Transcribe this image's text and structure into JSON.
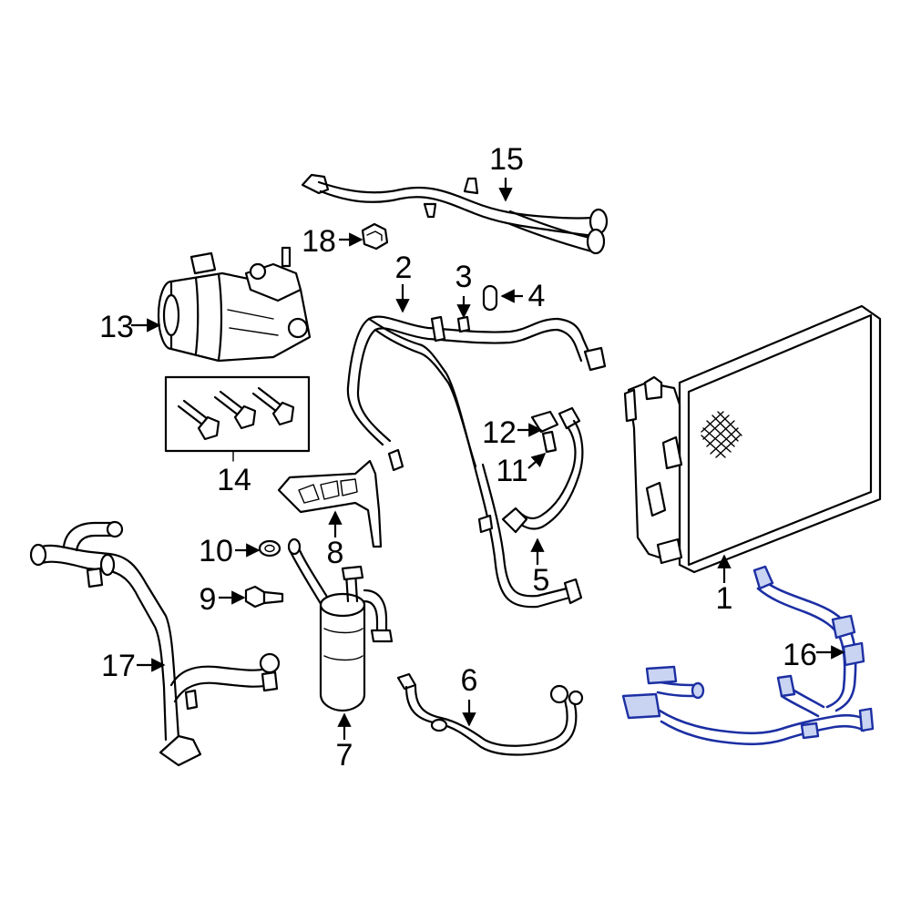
{
  "callouts": [
    {
      "id": "1",
      "text": "1"
    },
    {
      "id": "2",
      "text": "2"
    },
    {
      "id": "3",
      "text": "3"
    },
    {
      "id": "4",
      "text": "4"
    },
    {
      "id": "5",
      "text": "5"
    },
    {
      "id": "6",
      "text": "6"
    },
    {
      "id": "7",
      "text": "7"
    },
    {
      "id": "8",
      "text": "8"
    },
    {
      "id": "9",
      "text": "9"
    },
    {
      "id": "10",
      "text": "10"
    },
    {
      "id": "11",
      "text": "11"
    },
    {
      "id": "12",
      "text": "12"
    },
    {
      "id": "13",
      "text": "13"
    },
    {
      "id": "14",
      "text": "14"
    },
    {
      "id": "15",
      "text": "15"
    },
    {
      "id": "16",
      "text": "16"
    },
    {
      "id": "17",
      "text": "17"
    },
    {
      "id": "18",
      "text": "18"
    }
  ],
  "highlight": {
    "part": "16",
    "color": "#1c2fa3",
    "fill": "#c9d3f2"
  },
  "line_color": "#000000",
  "background": "#ffffff"
}
